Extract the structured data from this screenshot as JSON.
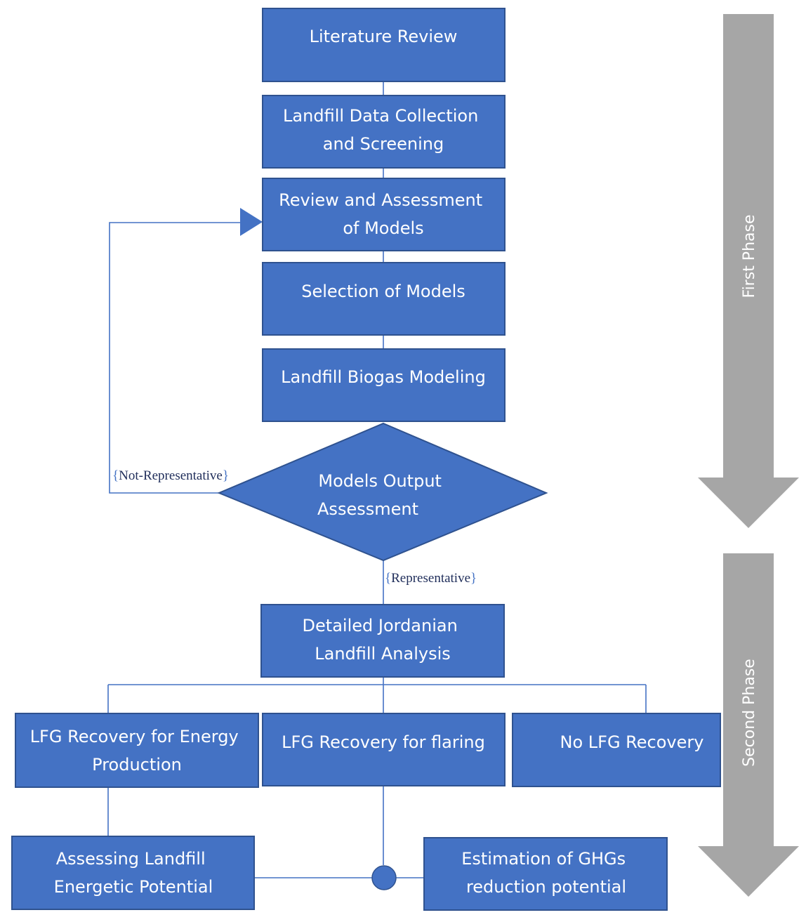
{
  "colors": {
    "box_fill": "#4472c4",
    "box_stroke": "#2f528f",
    "connector": "#4472c4",
    "phase_arrow": "#a6a6a6"
  },
  "boxes": {
    "literature_review": [
      "Literature Review"
    ],
    "data_collection": [
      "Landfill Data Collection",
      "and Screening"
    ],
    "review_models": [
      "Review and Assessment",
      "of Models"
    ],
    "selection_models": [
      "Selection of Models"
    ],
    "biogas_modeling": [
      "Landfill Biogas Modeling"
    ],
    "output_assessment": [
      "Models Output",
      "Assessment"
    ],
    "jordanian_analysis": [
      "Detailed Jordanian",
      "Landfill Analysis"
    ],
    "lfg_energy": [
      "LFG Recovery for Energy",
      "Production"
    ],
    "lfg_flaring": [
      "LFG Recovery for flaring"
    ],
    "no_lfg": [
      "No LFG Recovery"
    ],
    "energetic_potential": [
      "Assessing Landfill",
      "Energetic Potential"
    ],
    "ghg_reduction": [
      "Estimation of GHGs",
      "reduction potential"
    ]
  },
  "labels": {
    "not_representative": "Not-Representative",
    "representative": "Representative"
  },
  "phases": {
    "first": "First Phase",
    "second": "Second Phase"
  }
}
